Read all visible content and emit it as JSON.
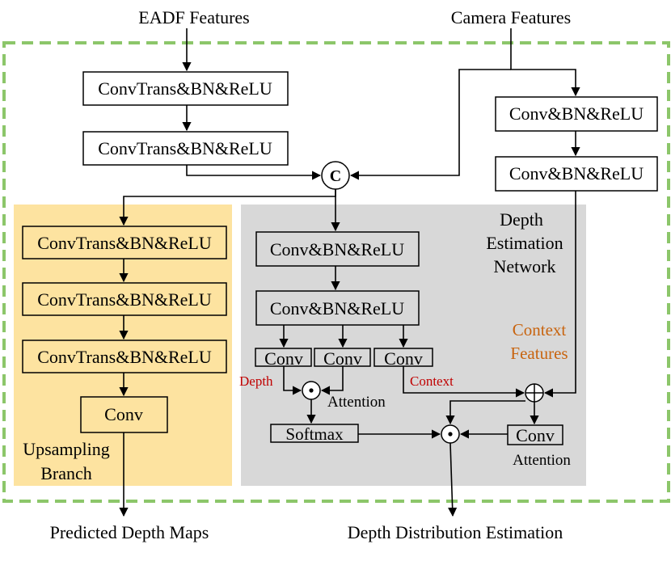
{
  "inputs": {
    "eadf": "EADF Features",
    "camera": "Camera Features"
  },
  "eadf_branch": {
    "block1": "ConvTrans&BN&ReLU",
    "block2": "ConvTrans&BN&ReLU"
  },
  "camera_branch": {
    "block1": "Conv&BN&ReLU",
    "block2": "Conv&BN&ReLU"
  },
  "concat_symbol": "C",
  "upsampling": {
    "block1": "ConvTrans&BN&ReLU",
    "block2": "ConvTrans&BN&ReLU",
    "block3": "ConvTrans&BN&ReLU",
    "conv": "Conv",
    "label_line1": "Upsampling",
    "label_line2": "Branch",
    "output": "Predicted Depth Maps"
  },
  "depth_net": {
    "title_line1": "Depth",
    "title_line2": "Estimation",
    "title_line3": "Network",
    "block1": "Conv&BN&ReLU",
    "block2": "Conv&BN&ReLU",
    "conv_a": "Conv",
    "conv_b": "Conv",
    "conv_c": "Conv",
    "depth_label": "Depth",
    "context_label": "Context",
    "attention_label_1": "Attention",
    "softmax": "Softmax",
    "context_features_line1": "Context",
    "context_features_line2": "Features",
    "conv_attn": "Conv",
    "attention_label_2": "Attention",
    "output": "Depth Distribution Estimation"
  },
  "colors": {
    "dashed_border": "#8cc66a",
    "upsampling_bg": "#fde3a0",
    "depth_net_bg": "#d8d8d8",
    "red_label": "#c00000",
    "orange_label": "#c8640f"
  }
}
